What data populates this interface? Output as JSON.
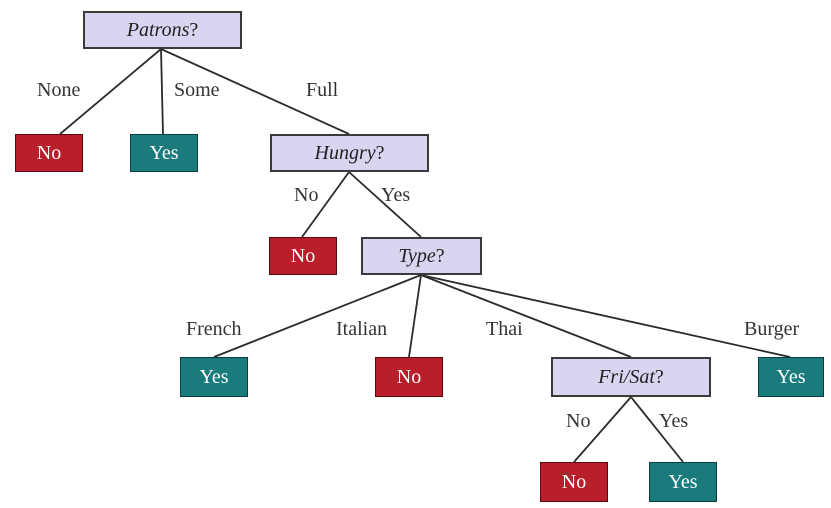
{
  "tree": {
    "root": {
      "question": "Patrons",
      "suffix": "?"
    },
    "branch_none": "None",
    "branch_some": "Some",
    "branch_full": "Full",
    "leaf_none": "No",
    "leaf_some": "Yes",
    "hungry": {
      "question": "Hungry",
      "suffix": "?"
    },
    "hungry_no_label": "No",
    "hungry_yes_label": "Yes",
    "hungry_no_leaf": "No",
    "type": {
      "question": "Type",
      "suffix": "?"
    },
    "type_french_label": "French",
    "type_italian_label": "Italian",
    "type_thai_label": "Thai",
    "type_burger_label": "Burger",
    "french_leaf": "Yes",
    "italian_leaf": "No",
    "burger_leaf": "Yes",
    "frisat": {
      "question": "Fri/Sat",
      "suffix": "?"
    },
    "frisat_no_label": "No",
    "frisat_yes_label": "Yes",
    "frisat_no_leaf": "No",
    "frisat_yes_leaf": "Yes"
  },
  "colors": {
    "attribute_fill": "#d9d4f0",
    "leaf_no": "#b81f2a",
    "leaf_yes": "#1a7a7c"
  }
}
